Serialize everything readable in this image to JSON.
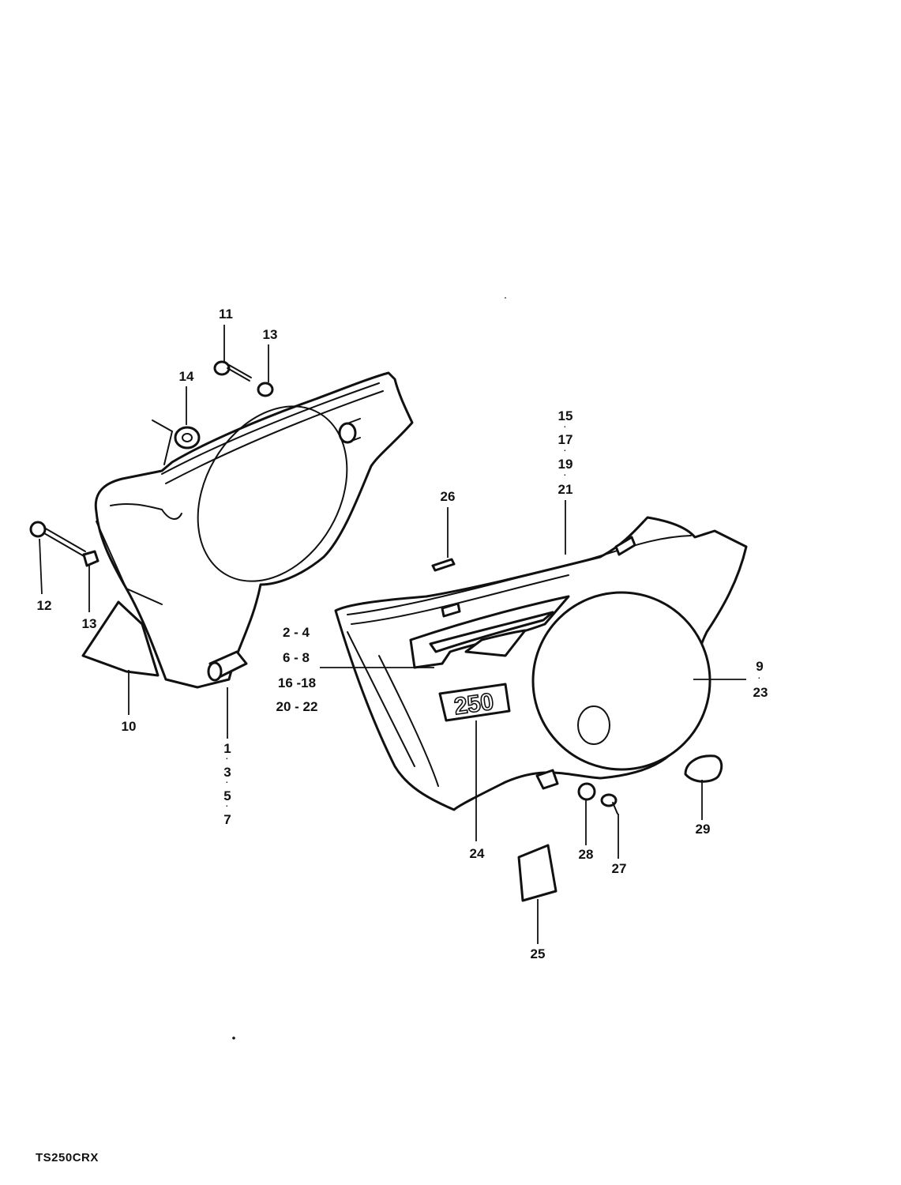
{
  "model_code": "TS250CRX",
  "emblem_text": "250",
  "callouts": {
    "c11": "11",
    "c13a": "13",
    "c14": "14",
    "c12": "12",
    "c13b": "13",
    "c10": "10",
    "c1": "1",
    "c3": "3",
    "c5": "5",
    "c7": "7",
    "c15": "15",
    "c17": "17",
    "c19": "19",
    "c21": "21",
    "c26": "26",
    "c24_group": [
      "2 - 4",
      "6 - 8",
      "16 -18",
      "20 - 22"
    ],
    "c9": "9",
    "c23": "23",
    "c24": "24",
    "c28": "28",
    "c27": "27",
    "c29": "29",
    "c25": "25"
  }
}
